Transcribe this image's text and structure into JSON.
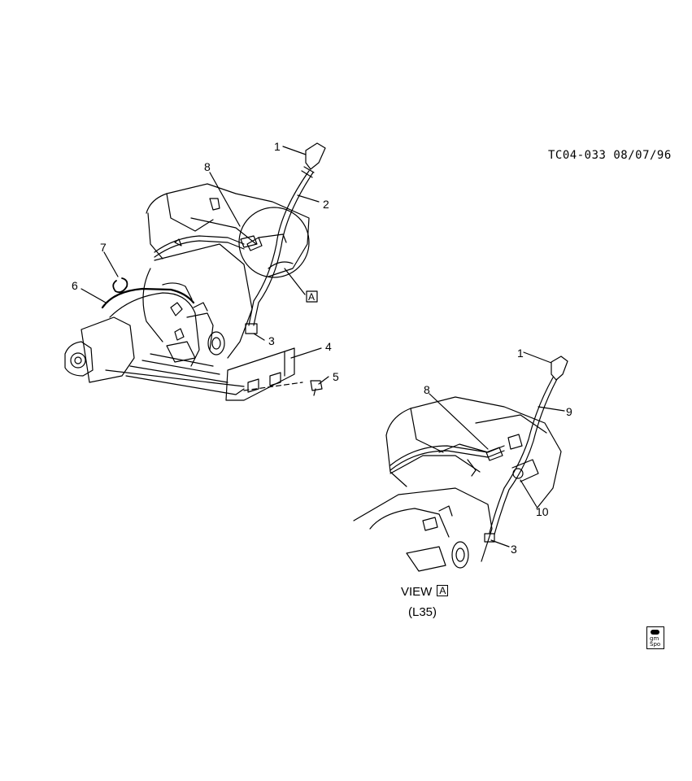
{
  "drawing_code": "TC04-033 08/07/96",
  "callouts_main": [
    "1",
    "2",
    "8",
    "7",
    "6",
    "3",
    "4",
    "5",
    "A"
  ],
  "callouts_view": [
    "1",
    "8",
    "9",
    "10",
    "3"
  ],
  "view": {
    "label": "VIEW",
    "letter": "A",
    "engine": "(L35)"
  },
  "logo": {
    "line1": "gm",
    "line2": "Spo"
  }
}
